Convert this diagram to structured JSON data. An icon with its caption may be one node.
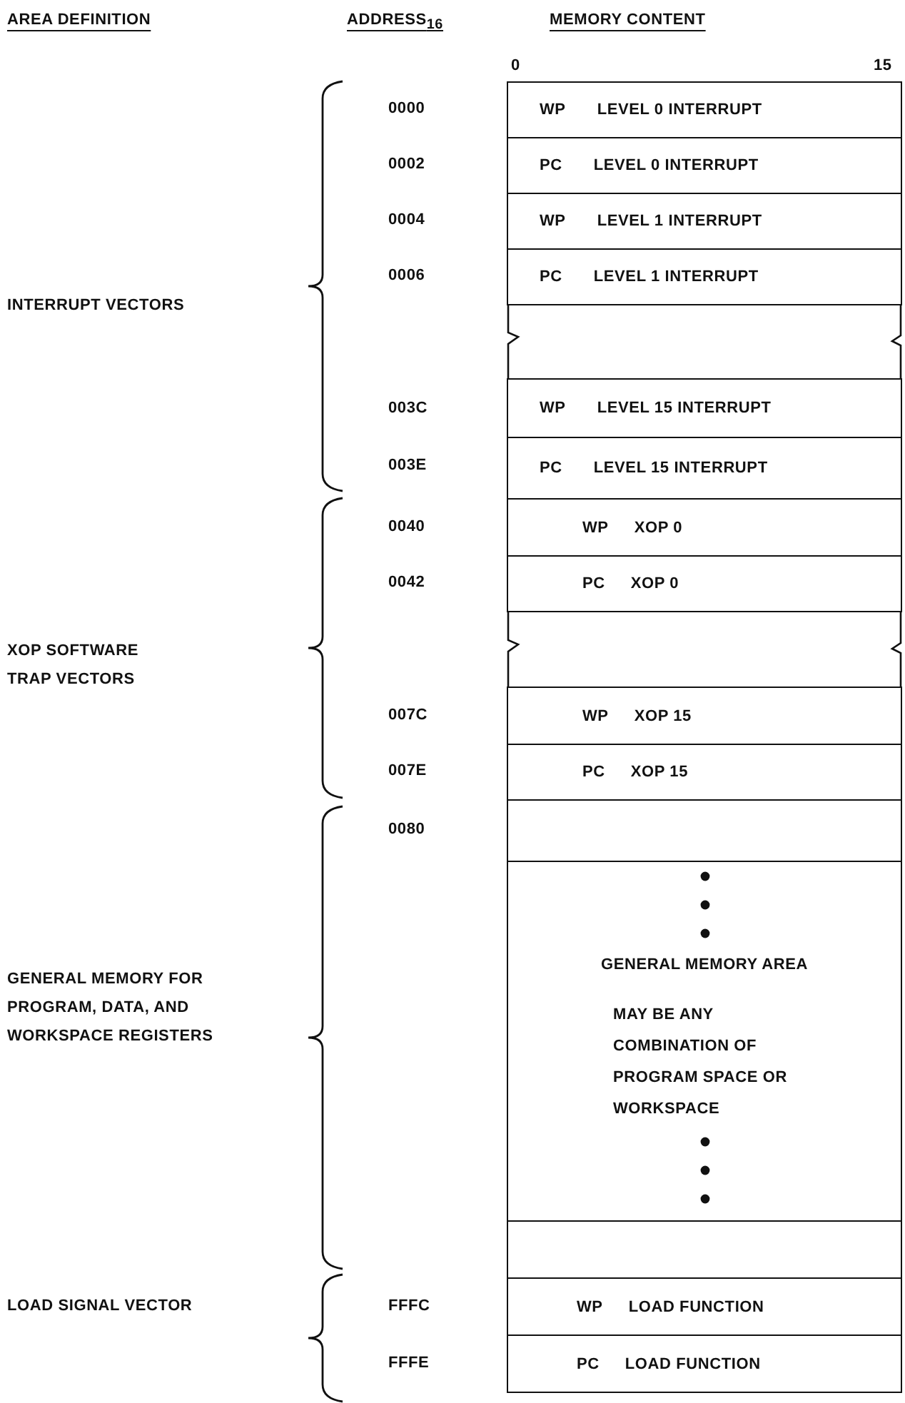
{
  "diagram": {
    "nodes": [
      {
        "text": [
          "WP",
          "LEVEL 0 INTERRUPT"
        ]
      },
      {
        "text": [
          "PC",
          "LEVEL 0 INTERRUPT"
        ]
      },
      {
        "text": [
          "WP",
          "LEVEL 1 INTERRUPT"
        ]
      },
      {
        "text": [
          "PC",
          "LEVEL 1 INTERRUPT"
        ]
      },
      {
        "text": [],
        "shape": "box"
      },
      {
        "text": [
          "WP",
          "LEVEL 15 INTERRUPT"
        ]
      },
      {
        "text": [
          "PC",
          "LEVEL 15 INTERRUPT"
        ]
      },
      {
        "text": [
          "WP",
          "XOP 0"
        ]
      },
      {
        "text": [
          "PC",
          "XOP 0"
        ]
      },
      {
        "text": [],
        "shape": "box"
      },
      {
        "text": [
          "WP",
          "XOP 15"
        ]
      },
      {
        "text": [
          "PC",
          "XOP 15"
        ]
      },
      {
        "text": [],
        "shape": "box"
      },
      {
        "text": [
          "GENERAL MEMORY AREA",
          "MAY BE ANY COMBINATION OF PROGRAM SPACE OR WORKSPACE"
        ]
      },
      {
        "text": [],
        "shape": "box"
      },
      {
        "text": [
          "WP",
          "LOAD FUNCTION"
        ]
      },
      {
        "text": [
          "PC",
          "LOAD FUNCTION"
        ]
      }
    ],
    "edges": [],
    "labels": [
      "AREA DEFINITION",
      "ADDRESS$_{16}$",
      "MEMORY CONTENT",
      "0",
      "15",
      "0000",
      "0002",
      "0004",
      "0006",
      "INTERRUPT VECTORS",
      "003C",
      "003E",
      "0040",
      "0042",
      "XOP SOFTWARE TRAP VECTORS",
      "007C",
      "007E",
      "0080",
      "GENERAL MEMORY FOR PROGRAM, DATA, AND WORKSPACE REGISTERS",
      "LOAD SIGNAL VECTOR",
      "FFFC",
      "FFFE"
    ]
  }
}
